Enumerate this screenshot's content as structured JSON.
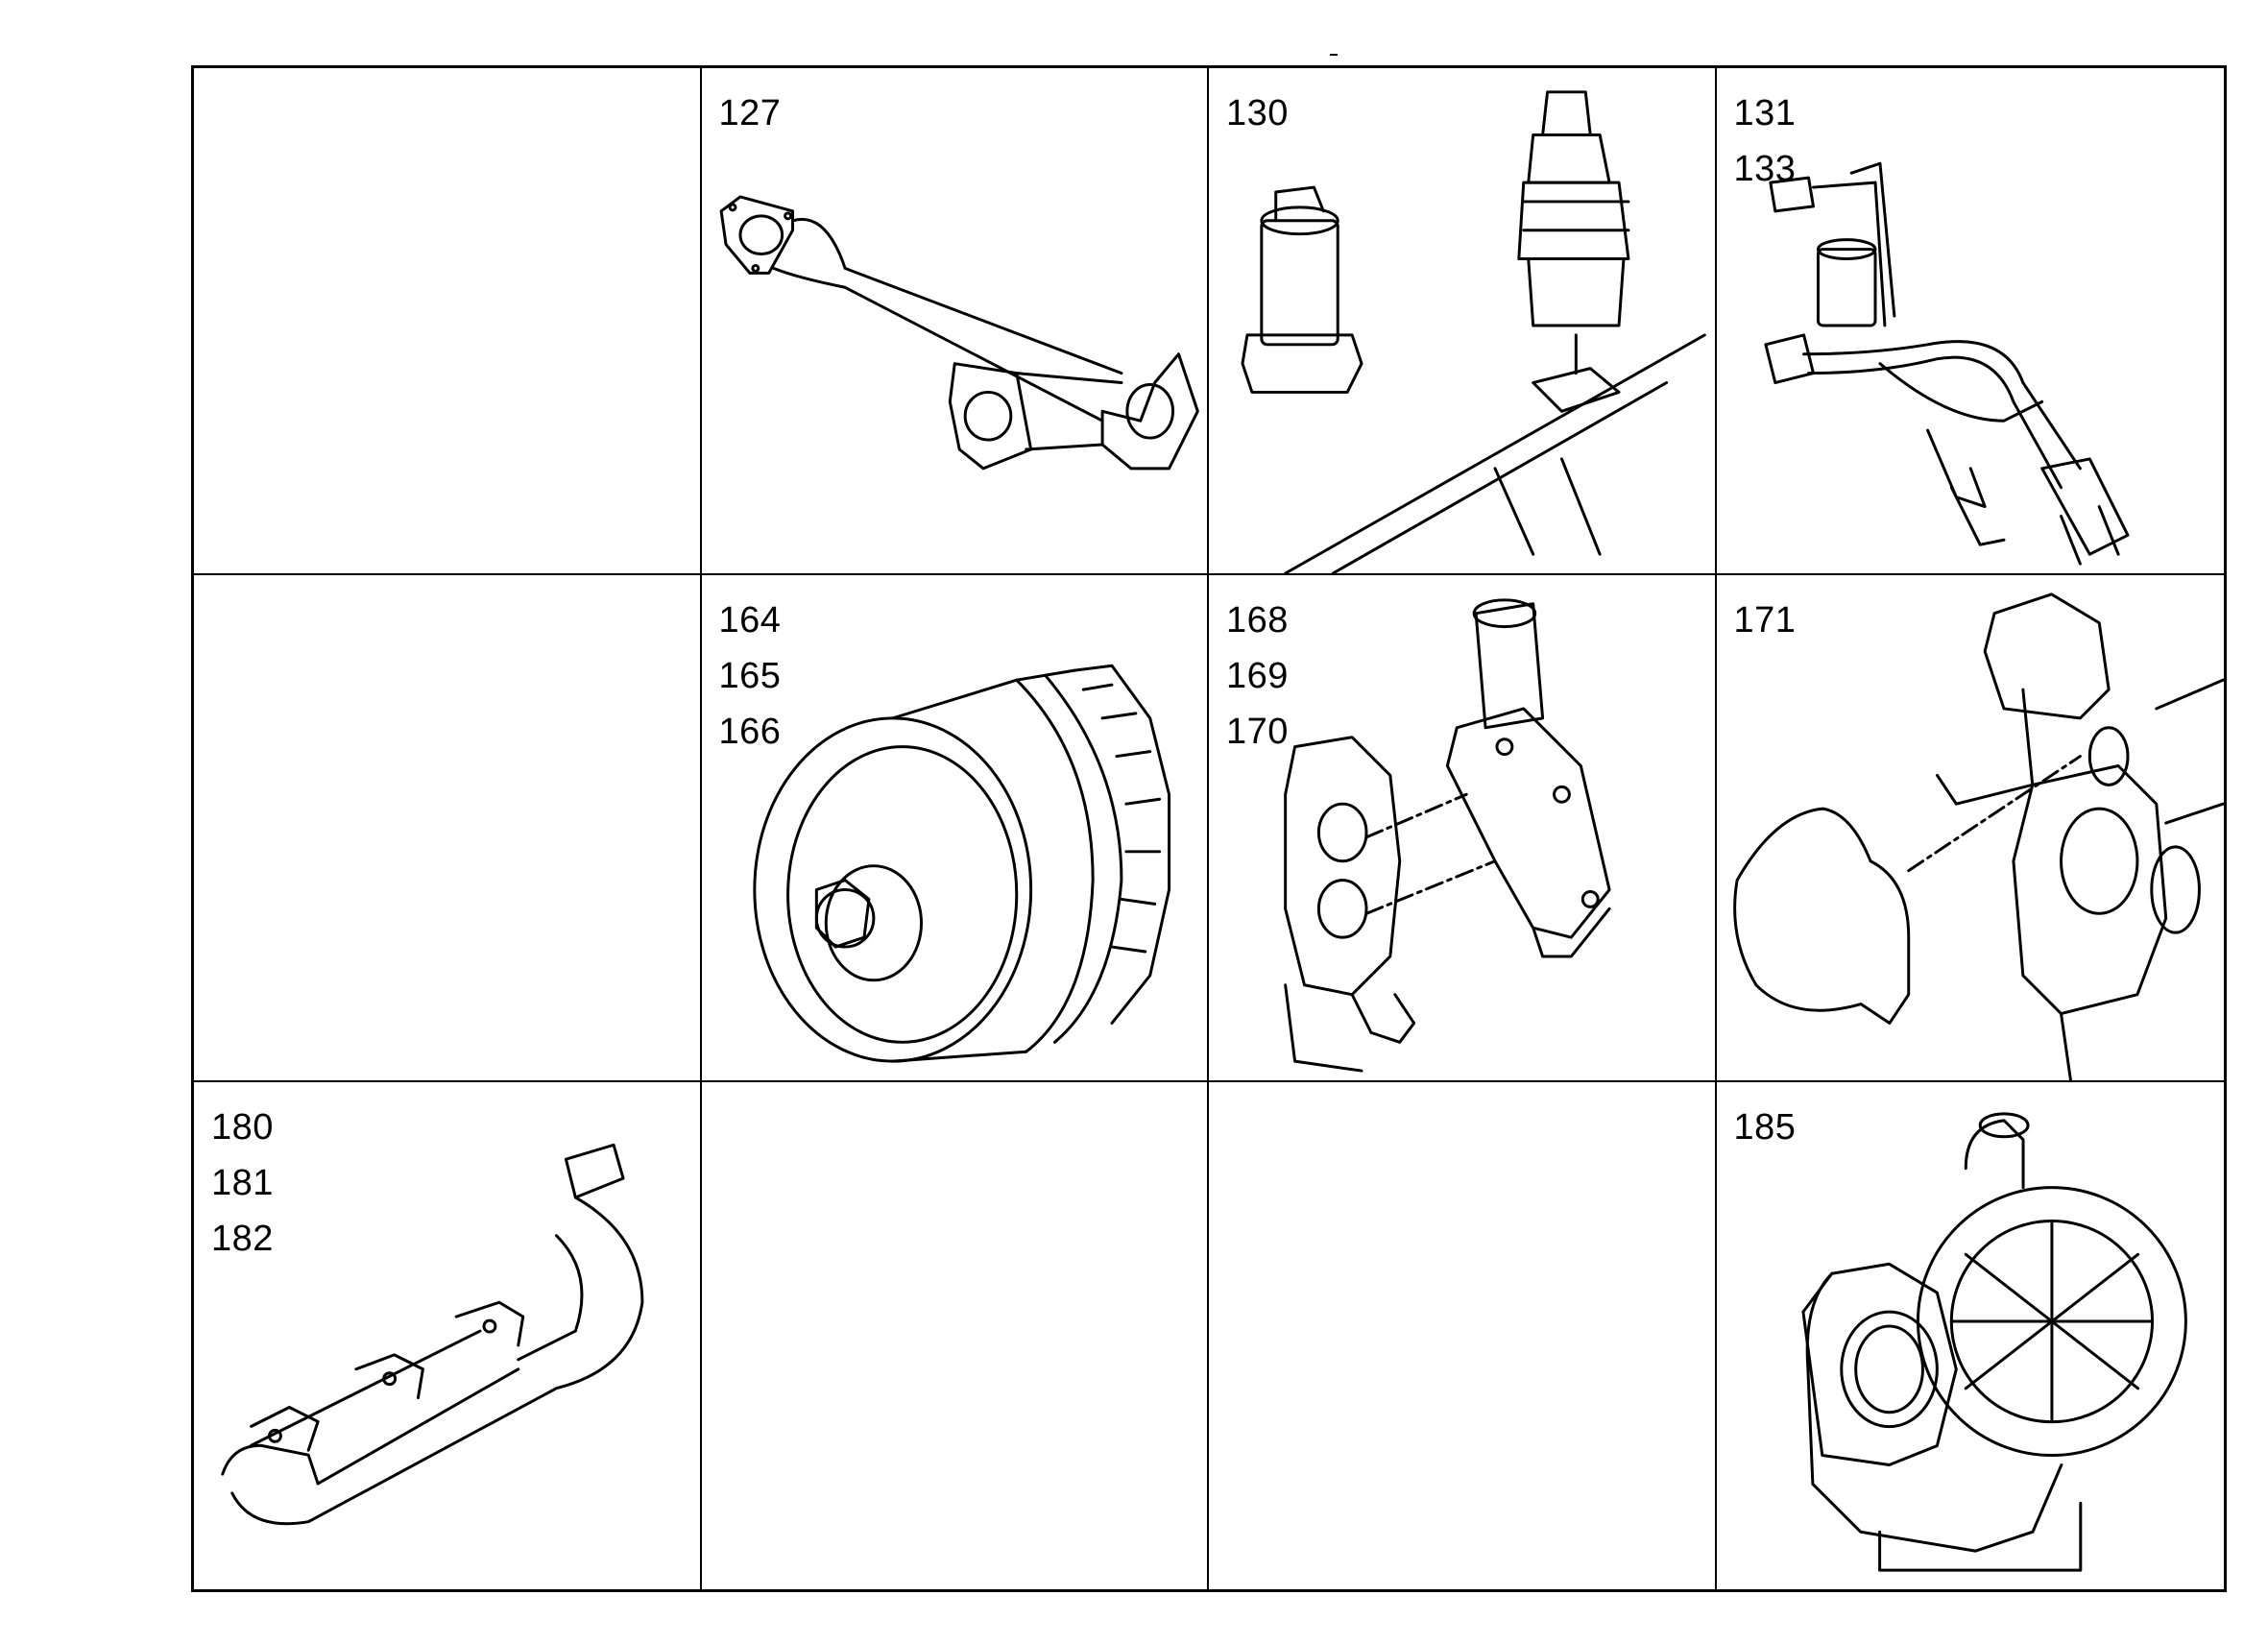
{
  "cells": [
    {
      "labels": []
    },
    {
      "labels": [
        "127"
      ],
      "part": "exhaust-pipe"
    },
    {
      "labels": [
        "130"
      ],
      "part": "injector-and-sensor"
    },
    {
      "labels": [
        "131",
        "133"
      ],
      "part": "sensor-harness"
    },
    {
      "labels": []
    },
    {
      "labels": [
        "164",
        "165",
        "166"
      ],
      "part": "fan-pulley"
    },
    {
      "labels": [
        "168",
        "169",
        "170"
      ],
      "part": "thermostat-housing"
    },
    {
      "labels": [
        "171"
      ],
      "part": "gasket-cover"
    },
    {
      "labels": [
        "180",
        "181",
        "182"
      ],
      "part": "exhaust-manifold"
    },
    {
      "labels": []
    },
    {
      "labels": []
    },
    {
      "labels": [
        "185"
      ],
      "part": "turbocharger"
    }
  ]
}
